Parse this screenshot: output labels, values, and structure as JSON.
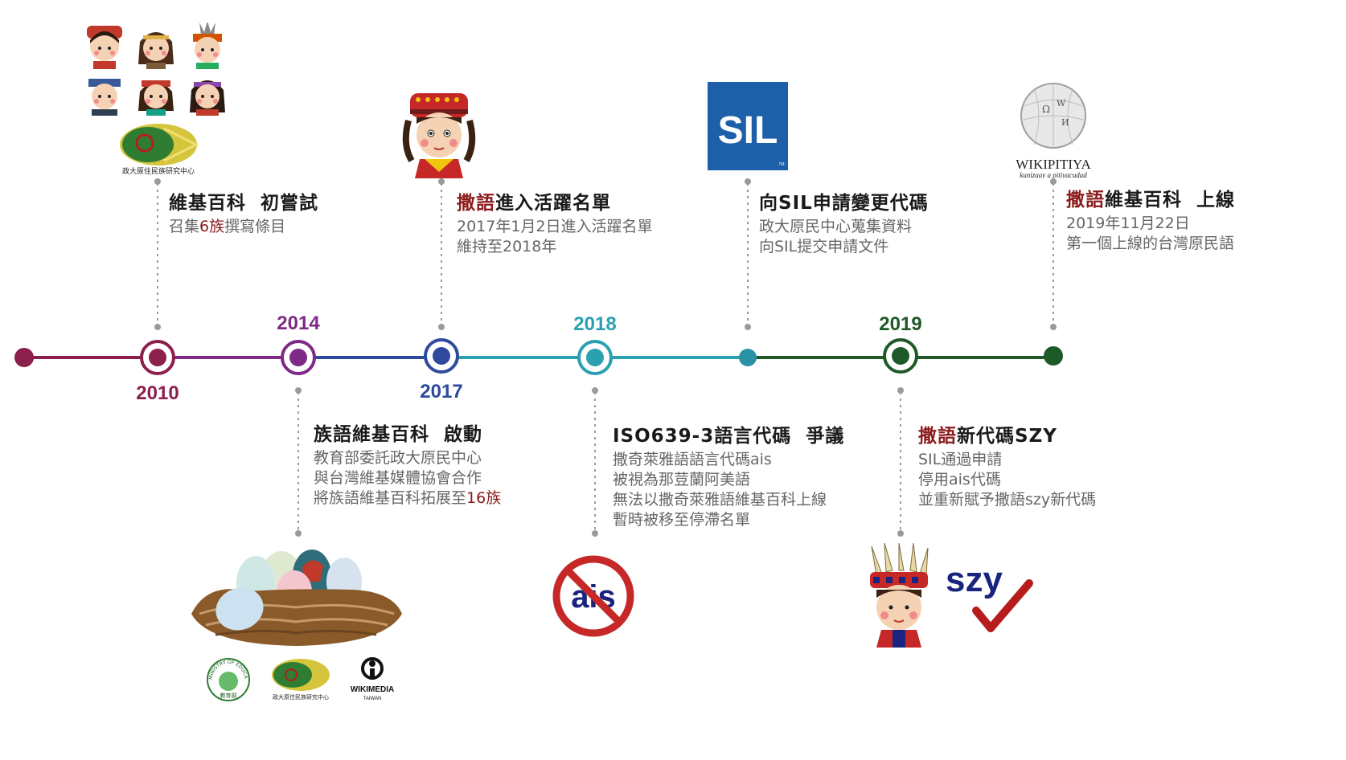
{
  "colors": {
    "c2010": "#8c1f4c",
    "c2014": "#7e2a86",
    "c2017": "#2d4a9c",
    "c2018": "#2aa1b0",
    "c2019": "#1e5a28",
    "highlight": "#8b1a1a",
    "dotted": "#9a9a9a"
  },
  "years": {
    "y2010": "2010",
    "y2014": "2014",
    "y2017": "2017",
    "y2018": "2018",
    "y2019": "2019"
  },
  "events": {
    "e2010": {
      "title_a": "維基百科",
      "title_b": "初嘗試",
      "line1_a": "召集",
      "line1_hl": "6族",
      "line1_b": "撰寫條目"
    },
    "e2014": {
      "title_a": "族語維基百科",
      "title_b": "啟動",
      "line1": "教育部委託政大原民中心",
      "line2": "與台灣維基媒體協會合作",
      "line3_a": "將族語維基百科拓展至",
      "line3_hl": "16族"
    },
    "e2017": {
      "title_hl": "撒語",
      "title_b": "進入活躍名單",
      "line1": "2017年1月2日進入活躍名單",
      "line2": "維持至2018年"
    },
    "e2018": {
      "title_a": "ISO639-3語言代碼",
      "title_b": "爭議",
      "line1": "撒奇萊雅語語言代碼ais",
      "line2": "被視為那荳蘭阿美語",
      "line3": "無法以撒奇萊雅語維基百科上線",
      "line4": "暫時被移至停滯名單"
    },
    "eSil": {
      "title": "向SIL申請變更代碼",
      "line1": "政大原民中心蒐集資料",
      "line2": "向SIL提交申請文件"
    },
    "eSzy": {
      "title_hl": "撒語",
      "title_b": "新代碼SZY",
      "line1": "SIL通過申請",
      "line2": "停用ais代碼",
      "line3": "並重新賦予撒語szy新代碼"
    },
    "eLaunch": {
      "title_hl": "撒語",
      "title_a": "維基百科",
      "title_b": "上線",
      "line1": "2019年11月22日",
      "line2": "第一個上線的台灣原民語"
    }
  },
  "logos": {
    "sil": "SIL",
    "sil_tm": "TM",
    "wiki_name": "WIKIPITIYA",
    "wiki_tagline": "kunizaay a pitiyacudad",
    "ais": "ais",
    "szy": "szy",
    "wikimedia": "WIKIMEDIA",
    "wikimedia_sub": "TAIWAN",
    "moe_ring": "MINISTRY OF EDUCATION",
    "moe_center": "教育部",
    "nccu_caption": "政大原住民族研究中心"
  },
  "icons": {
    "children": "indigenous-children-icons",
    "nest": "nest-eggs-icon",
    "ais": "no-ais-icon",
    "sil": "sil-logo",
    "wiki": "wikipedia-globe-icon",
    "check": "check-mark-icon"
  }
}
